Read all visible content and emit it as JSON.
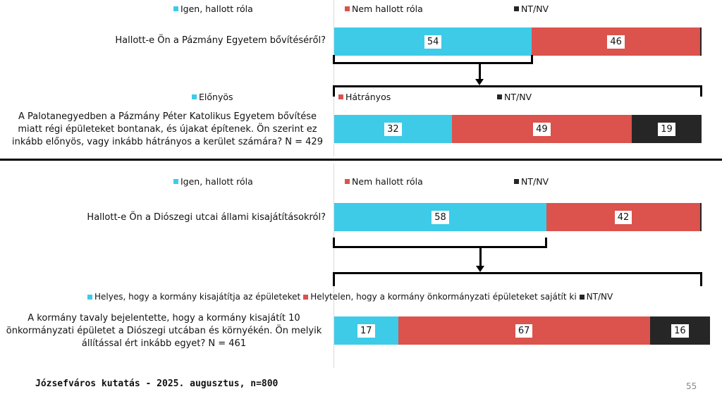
{
  "colors": {
    "yes": "#3dcbe8",
    "no": "#dc524c",
    "na": "#262626"
  },
  "chart_data": [
    {
      "type": "bar",
      "stacked": true,
      "orientation": "horizontal",
      "question": "Hallott-e Ön a Pázmány Egyetem bővítéséről?",
      "legend": [
        "Igen, hallott róla",
        "Nem hallott róla",
        "NT/NV"
      ],
      "values": [
        54,
        46,
        0
      ]
    },
    {
      "type": "bar",
      "stacked": true,
      "orientation": "horizontal",
      "question": "A Palotanegyedben a Pázmány Péter Katolikus Egyetem bővítése miatt régi épületeket bontanak, és újakat építenek. Ön szerint ez inkább előnyös, vagy inkább hátrányos a kerület számára? N = 429",
      "legend": [
        "Előnyös",
        "Hátrányos",
        "NT/NV"
      ],
      "values": [
        32,
        49,
        19
      ]
    },
    {
      "type": "bar",
      "stacked": true,
      "orientation": "horizontal",
      "question": "Hallott-e Ön a Diószegi utcai állami kisajátításokról?",
      "legend": [
        "Igen, hallott róla",
        "Nem hallott róla",
        "NT/NV"
      ],
      "values": [
        58,
        42,
        0
      ]
    },
    {
      "type": "bar",
      "stacked": true,
      "orientation": "horizontal",
      "question": "A kormány tavaly bejelentette, hogy a kormány kisajátít 10 önkormányzati épületet a Diószegi utcában és környékén. Ön melyik állítással ért inkább egyet? N = 461",
      "legend": [
        "Helyes, hogy a kormány kisajátítja az épületeket",
        "Helytelen, hogy a kormány önkormányzati épületeket sajátít ki",
        "NT/NV"
      ],
      "values": [
        17,
        67,
        16
      ]
    }
  ],
  "footer": {
    "source": "Józsefváros kutatás - 2025. augusztus, n=800",
    "page": "55"
  }
}
